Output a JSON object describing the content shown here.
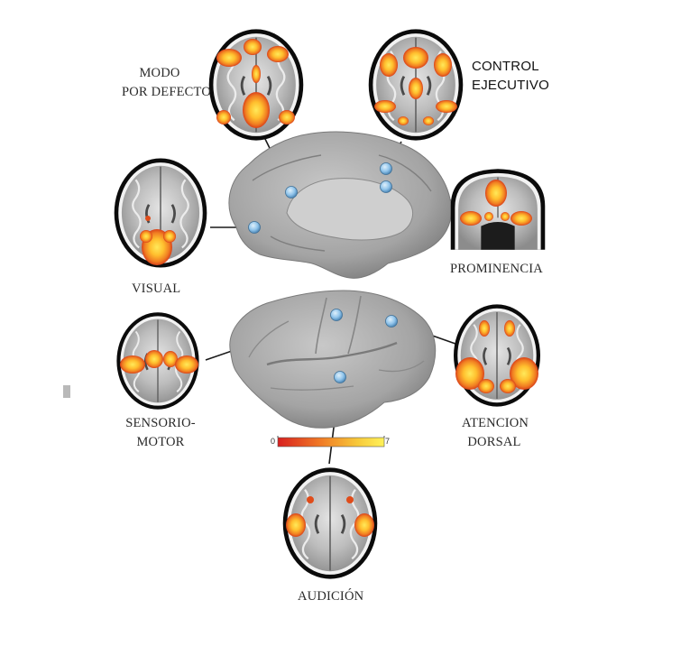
{
  "networks": [
    {
      "id": "default-mode",
      "lines": [
        "MODO",
        "POR DEFECTO"
      ]
    },
    {
      "id": "executive-control",
      "lines": [
        "CONTROL",
        "EJECUTIVO"
      ]
    },
    {
      "id": "visual",
      "lines": [
        "VISUAL"
      ]
    },
    {
      "id": "salience",
      "lines": [
        "PROMINENCIA"
      ]
    },
    {
      "id": "sensorimotor",
      "lines": [
        "SENSORIO-",
        "MOTOR"
      ]
    },
    {
      "id": "dorsal-attention",
      "lines": [
        "ATENCION",
        "DORSAL"
      ]
    },
    {
      "id": "auditory",
      "lines": [
        "AUDICIÓN"
      ]
    }
  ],
  "colorbar": {
    "min": "0",
    "max": "7",
    "colors": [
      "#d81f1f",
      "#f07a25",
      "#f7c93a",
      "#fff25a"
    ]
  },
  "colors": {
    "activation_hot": "#ffd23a",
    "activation_warm": "#f39425",
    "activation_edge": "#e04c1a",
    "node": "#8fc3ea",
    "cortex": "#a9a9a9"
  }
}
